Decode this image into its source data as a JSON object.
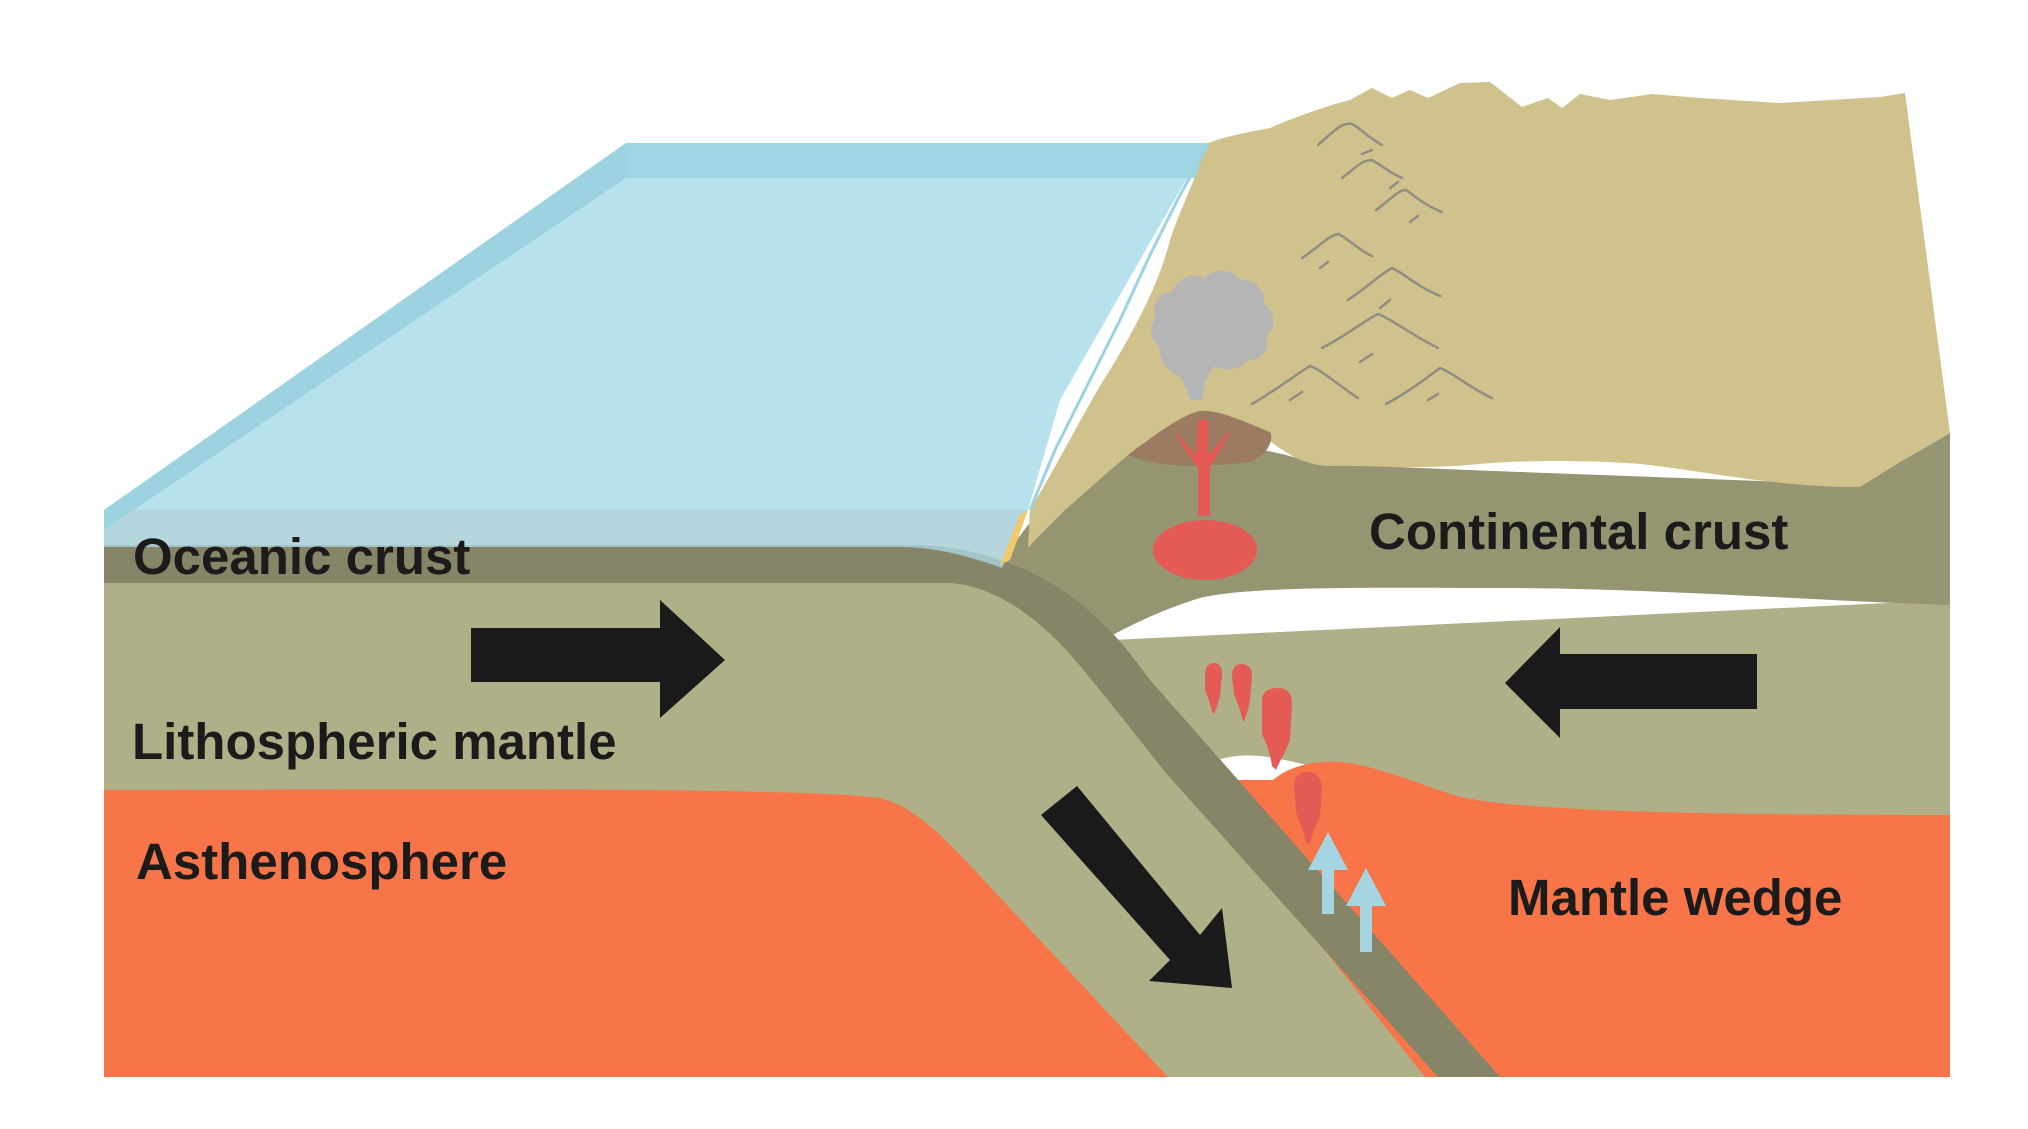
{
  "labels": {
    "oceanic_crust": "Oceanic crust",
    "continental_crust": "Continental crust",
    "lithospheric_mantle": "Lithospheric mantle",
    "asthenosphere": "Asthenosphere",
    "mantle_wedge": "Mantle wedge"
  },
  "colors": {
    "ocean_surface": "#b7e2ed",
    "ocean_edge": "#9dd3e1",
    "continent_surface": "#d0c28c",
    "continental_crust": "#969572",
    "oceanic_crust": "#868567",
    "lithospheric_mantle": "#b0b088",
    "asthenosphere": "#f77548",
    "magma": "#e45a55",
    "ash_cloud": "#b5b5b5",
    "arrow": "#1a1a1a",
    "fluid_arrow": "#a6d5e2"
  },
  "icons": {
    "plate_motion": "arrow-icon",
    "volcano": "volcano-icon",
    "ash_cloud": "cloud-icon",
    "mountains": "mountain-icon",
    "fluid_release": "up-arrow-icon"
  }
}
